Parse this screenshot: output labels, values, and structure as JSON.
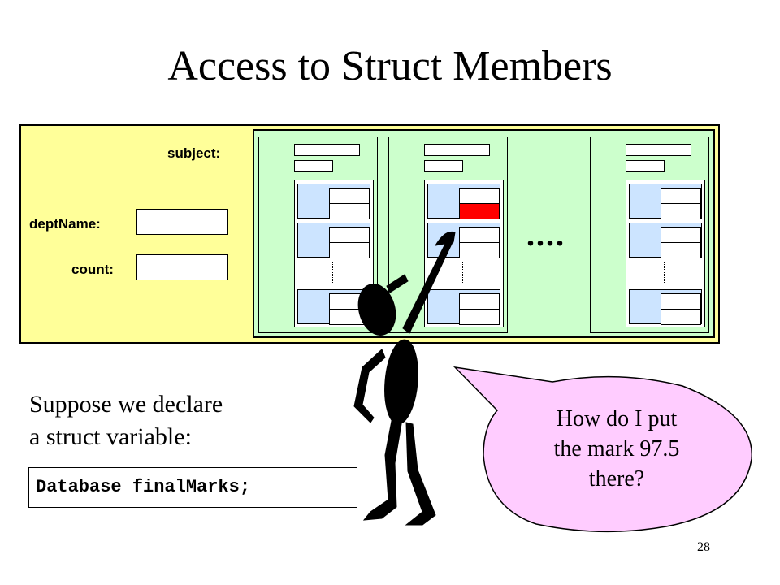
{
  "title": "Access to Struct Members",
  "struct": {
    "subject_label": "subject:",
    "deptName_label": "deptName:",
    "count_label": "count:",
    "ellipsis": "...."
  },
  "body_text": {
    "line1": "Suppose we declare",
    "line2": "a struct variable:"
  },
  "code": "Database finalMarks;",
  "speech_bubble": {
    "line1": "How do I put",
    "line2": "the mark 97.5",
    "line3": "there?"
  },
  "page_number": "28",
  "colors": {
    "struct_background": "#ffff99",
    "subject_background": "#ccffcc",
    "item_background": "#cce4ff",
    "highlight": "#ff0000",
    "bubble": "#ffccff"
  }
}
